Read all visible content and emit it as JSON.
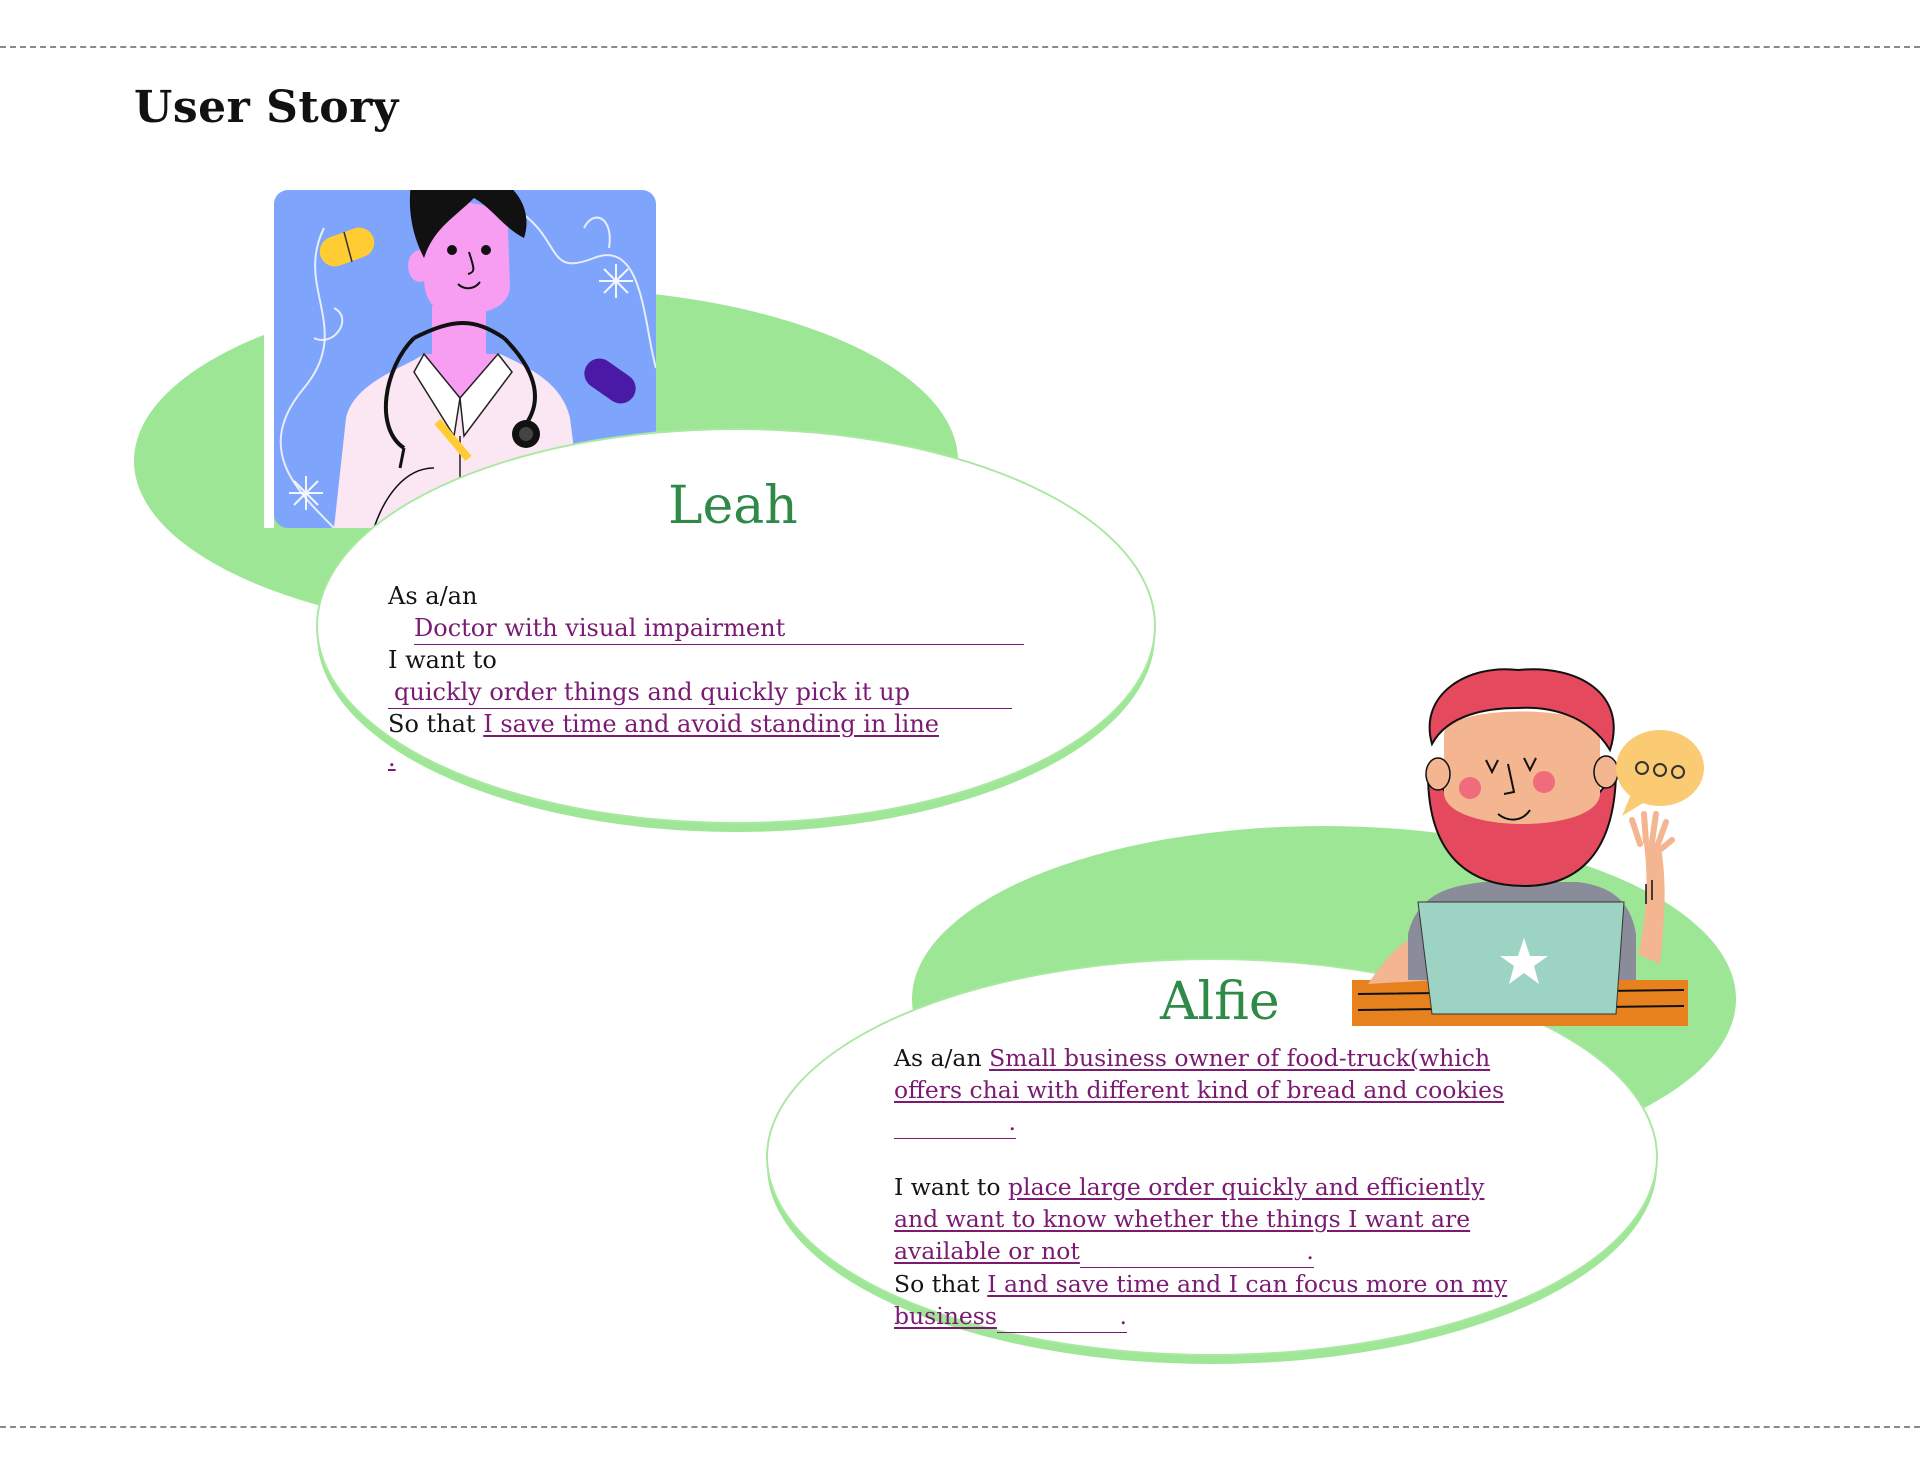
{
  "page": {
    "title": "User Story"
  },
  "colors": {
    "green_blob": "#9de695",
    "name_green": "#2f8a47",
    "answer_purple": "#7a1a72"
  },
  "stories": [
    {
      "name": "Leah",
      "as_label": "As a/an",
      "as_value": "Doctor with visual impairment",
      "want_label": "I want to",
      "want_value": "quickly order things and quickly pick it up",
      "so_label": "So that",
      "so_value": "I save time and avoid standing in line",
      "end_mark": "."
    },
    {
      "name": "Alfie",
      "as_label": "As a/an",
      "as_value": "Small business owner of food-truck(which offers chai with different kind of bread and cookies",
      "as_end": ".",
      "want_label": "I want to",
      "want_value": "place large order quickly and efficiently and want to know whether the things I want are available or not",
      "want_end": ".",
      "so_label": "So that",
      "so_value": "I and save time and I can focus more on my business",
      "so_end": "."
    }
  ],
  "icons": {
    "doctor": "doctor-illustration",
    "man": "man-with-laptop-illustration",
    "speech": "speech-bubble-icon",
    "pill": "pill-icon",
    "sparkle": "sparkle-icon",
    "star": "star-icon"
  }
}
